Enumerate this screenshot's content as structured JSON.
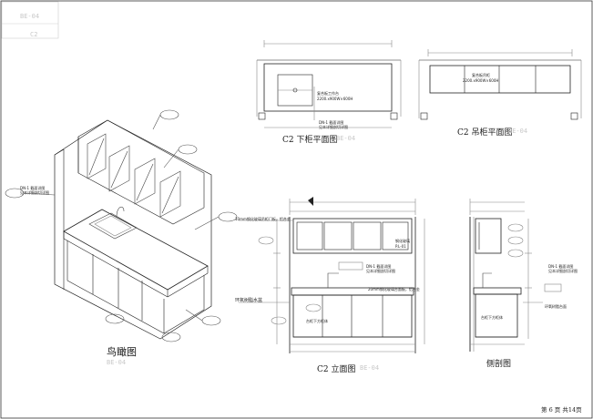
{
  "sheet": {
    "title_block": {
      "code": "BE-04",
      "sub": "C2"
    },
    "footer": {
      "page_prefix": "第",
      "page_number": "6",
      "page_mid": "页  共",
      "total_pages": "14",
      "page_suffix": "页"
    }
  },
  "views": {
    "lower_cabinet_plan": {
      "title": "C2  下柜平面图",
      "ghost": "BE-04",
      "notes": [
        "复合板工作台",
        "2200.x900W×600H"
      ],
      "callout": [
        "DN-1 截面详图",
        "见本详细剖切详图"
      ]
    },
    "wall_cabinet_plan": {
      "title": "C2  吊柜平面图",
      "ghost": "BE-04",
      "notes": [
        "复合板吊柜",
        "2200.x900W×600H"
      ]
    },
    "birdseye": {
      "title": "鸟瞰图",
      "ghost": "BE-04",
      "callout": [
        "DN-1 截面详图",
        "见本详细剖切详图"
      ]
    },
    "elevation": {
      "title": "C2  立面图",
      "ghost": "BE-04",
      "left_labels": [
        "10mm钢化玻璃吊柜门板，铝合金",
        "环氧树脂水盆"
      ],
      "right_notes": [
        "钢化玻璃",
        "P.L-01"
      ],
      "callout": [
        "DN-1 截面详图",
        "见本详细剖切详图"
      ],
      "mid_note": "20mm钢化玻璃台面板，铝合金",
      "cabinet_note": "台柜下方柜体"
    },
    "section": {
      "title": "侧剖图",
      "callout": [
        "DN-1 截面详图",
        "见本详细剖切详图"
      ],
      "side_note": "环氧树脂台面",
      "cabinet_note": "台柜下方柜体"
    }
  }
}
